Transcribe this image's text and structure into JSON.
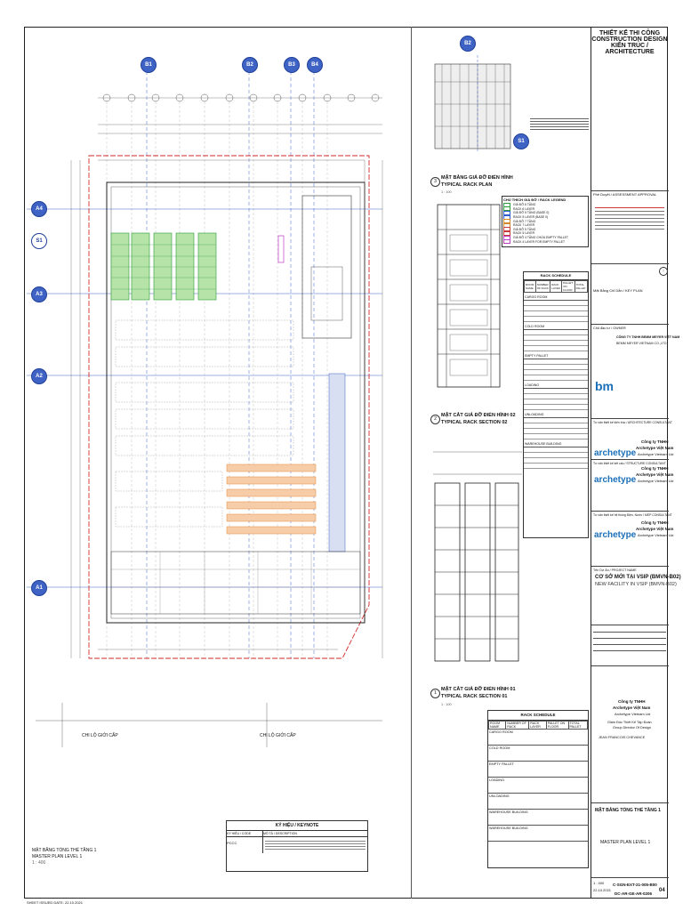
{
  "title_block": {
    "header_vi": "THIẾT KẾ THI CÔNG",
    "header_en": "CONSTRUCTION DESIGN",
    "discipline": "KIẾN TRÚC / ARCHITECTURE",
    "phase": "Phê Duyệt / ASSESSMENT APPROVAL",
    "key_plan": "Mặt Bằng Chỉ Dẫn / KEY PLAN",
    "owner_label": "Chủ đầu tư / OWNER",
    "owner_vi": "CÔNG TY TNHH BEMM MEYER VIỆT NAM",
    "owner_en": "BEMM MEYER VIETNAM CO.,LTD",
    "owner_logo": "bm",
    "arch_label": "Tư vấn thiết kế kiến trúc / ARCHITECTURE CONSULTANT",
    "consultant_name": "Công ty TNHH",
    "consultant_name2": "Archetype Việt Nam",
    "consultant_name3": "Archetype Vietnam Ltd",
    "consultant_logo": "archetype",
    "struct_label": "Tư vấn thiết kế kết cấu / STRUCTURE CONSULTANT",
    "mep_label": "Tư vấn thiết kế hệ thống Điện, Nước / MEP CONSULTANT",
    "project_label": "Tên Dự Án / PROJECT NAME",
    "project_vi": "CƠ SỞ MỚI TẠI VSIP (BMVN-B02)",
    "project_en": "NEW FACILITY IN VSIP (BMVN-B02)",
    "drawing_title_vi": "MẶT BẰNG TỔNG THỂ TẦNG 1",
    "drawing_title_en": "MASTER PLAN LEVEL 1",
    "drawing_number": "C-SGN-EXT-21-005-B00",
    "sheet_number": "DC-AR-GE-AR-0206",
    "revision": "04",
    "scale": "1 : 400",
    "date": "22.10.2021",
    "director": "Giám Đốc Thiết Kế Tập Đoàn",
    "director_en": "Group Director Of Design",
    "director_name": "JEAN FRANCOIS CHEVANCE"
  },
  "main_plan": {
    "grid_top": [
      "B1",
      "B2",
      "B3",
      "B4"
    ],
    "grid_left": [
      "A4",
      "A3",
      "A2",
      "A1"
    ],
    "ref_left": "S1",
    "bottom_labels": [
      "CHI LỘ GIỚI CẤP",
      "CHI LỘ GIỚI CẤP"
    ]
  },
  "keynote": {
    "title": "KÝ HIỆU / KEYNOTE",
    "col1": "KÝ HIỆU / CODE",
    "col2": "MÔ TẢ / DESCRIPTION",
    "code": "PCCC"
  },
  "bottom_left": {
    "line1": "MẶT BẰNG TỔNG THỂ TẦNG 1",
    "line2": "MASTER PLAN LEVEL 1",
    "scale": "1 : 400"
  },
  "sheet_footer": "SHEET ISSUED DATE: 22.10.2021",
  "rack_plan": {
    "bubble_top": "B2",
    "bubble_side": "S1",
    "caption_vi": "MẶT BẰNG GIÁ ĐỠ ĐIỂN HÌNH",
    "caption_en": "TYPICAL RACK PLAN",
    "caption_num": "3",
    "scale": "1 : 100"
  },
  "rack_section_2": {
    "caption_vi": "MẶT CẮT GIÁ ĐỠ ĐIỂN HÌNH 02",
    "caption_en": "TYPICAL RACK SECTION 02",
    "caption_num": "2"
  },
  "rack_section_1": {
    "caption_vi": "MẶT CẮT GIÁ ĐỠ ĐIỂN HÌNH 01",
    "caption_en": "TYPICAL RACK SECTION 01",
    "caption_num": "1",
    "scale": "1 : 100"
  },
  "rack_legend": {
    "title": "CHÚ THÍCH GIÁ ĐỠ / RACK LEGEND",
    "items": [
      {
        "label": "GIÁ ĐỠ 6 TẦNG",
        "color": "#2e9b3a"
      },
      {
        "label": "RACK 6 LAYER",
        "color": "#2e9b3a"
      },
      {
        "label": "GIÁ ĐỠ 5 TẦNG (BASE 0)",
        "color": "#2e5bd0"
      },
      {
        "label": "RACK 5 LAYER (BASE 0)",
        "color": "#2e5bd0"
      },
      {
        "label": "GIÁ ĐỠ 7 TẦNG",
        "color": "#d48a2c"
      },
      {
        "label": "RACK 7 LAYER",
        "color": "#d48a2c"
      },
      {
        "label": "GIÁ ĐỠ 5 TẦNG",
        "color": "#c93a3a"
      },
      {
        "label": "RACK 5 LAYER",
        "color": "#c93a3a"
      },
      {
        "label": "GIÁ ĐỠ 4 TẦNG CHỨA EMPTY PALLET",
        "color": "#c03cc6"
      },
      {
        "label": "RACK 4 LAYER FOR EMPTY PALLET",
        "color": "#c03cc6"
      }
    ]
  },
  "rack_schedule_small": {
    "title": "RACK SCHEDULE",
    "headers": [
      "ROOM NAME",
      "NUMBER OF RACK",
      "RACK LAYER",
      "PALLET ON FLOOR",
      "TOTAL PALLET"
    ],
    "sections": [
      "CARGO ROOM",
      "COLD ROOM",
      "EMPTY PALLET",
      "LOADING",
      "UNLOADING",
      "WAREHOUSE BUILDING"
    ]
  },
  "rack_schedule_large": {
    "title": "RACK SCHEDULE",
    "headers": [
      "ROOM NAME",
      "NUMBER OF RACK",
      "RACK LAYER",
      "PALLET ON FLOOR",
      "TOTAL PALLET"
    ],
    "rows": [
      "CARGO ROOM",
      "COLD ROOM",
      "EMPTY PALLET",
      "LOADING",
      "UNLOADING",
      "WAREHOUSE BUILDING",
      "WAREHOUSE BUILDING"
    ]
  },
  "colors": {
    "grid_blue": "#3f63c4",
    "site_red": "#d02a2a",
    "rack_green": "#2e9b3a",
    "rack_orange": "#e48c3c",
    "magenta": "#c03cc6",
    "logo_blue": "#1a6fb8",
    "logo_green": "#2ea44f"
  }
}
